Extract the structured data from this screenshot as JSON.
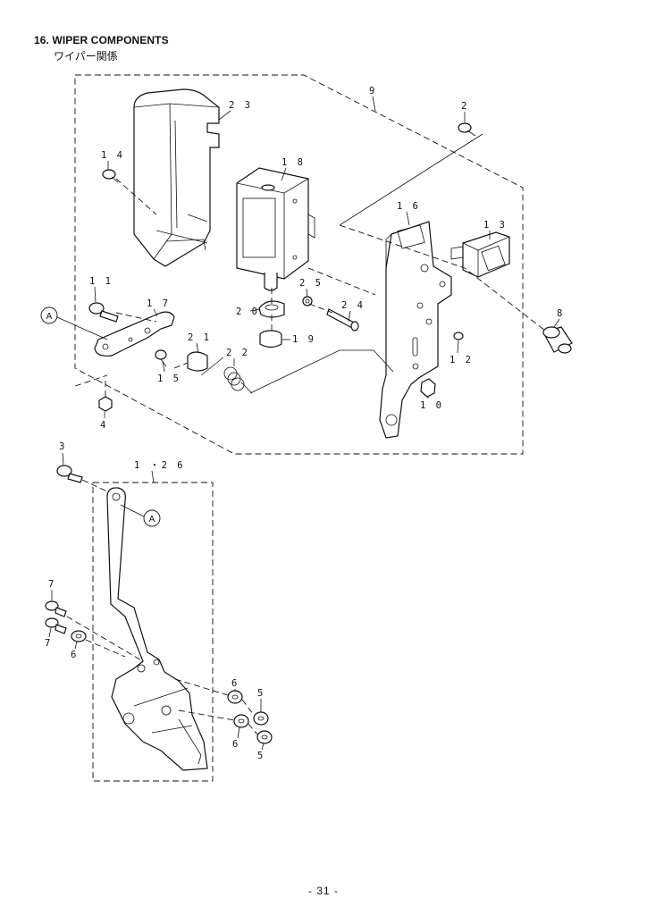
{
  "header": {
    "title": "16. WIPER COMPONENTS",
    "subtitle": "ワイパー関係"
  },
  "labels": {
    "p1_26": "1 ・2 6",
    "p2": "2",
    "p3": "3",
    "p4": "4",
    "p5a": "5",
    "p5b": "5",
    "p6a": "6",
    "p6b": "6",
    "p6c": "6",
    "p7a": "7",
    "p7b": "7",
    "p8": "8",
    "p9": "9",
    "p10": "1 0",
    "p11": "1 1",
    "p12": "1 2",
    "p13": "1 3",
    "p14": "1 4",
    "p15": "1 5",
    "p16": "1 6",
    "p17": "1 7",
    "p18": "1 8",
    "p19": "1 9",
    "p20": "2 0",
    "p21": "2 1",
    "p22": "2 2",
    "p23": "2 3",
    "p24": "2 4",
    "p25": "2 5"
  },
  "callouts": {
    "a_upper": "A",
    "a_lower": "A"
  },
  "footer": {
    "page_number": "- 31 -"
  }
}
